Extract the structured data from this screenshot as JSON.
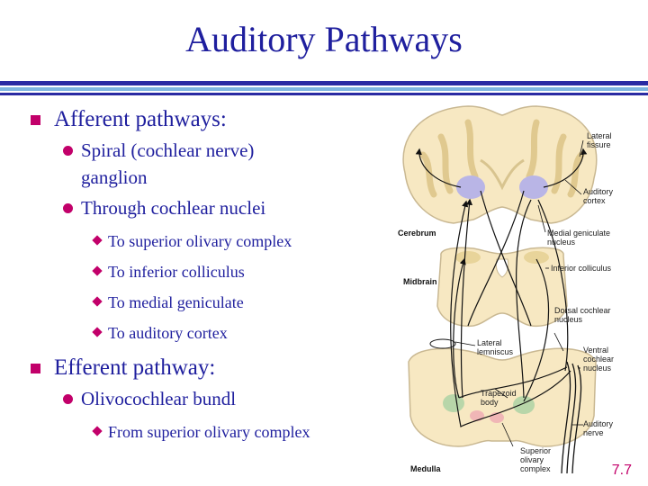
{
  "title": "Auditory Pathways",
  "bullets": {
    "afferent": "Afferent pathways:",
    "spiral_1": "Spiral (cochlear nerve)",
    "spiral_2": "ganglion",
    "through": "Through cochlear nuclei",
    "to_olivary": "To superior olivary complex",
    "to_colliculus": "To inferior colliculus",
    "to_geniculate": "To medial geniculate",
    "to_cortex": "To auditory cortex",
    "efferent": "Efferent pathway:",
    "olivo": "Olivocochlear bundl",
    "from_olivary": "From superior olivary complex"
  },
  "diagram": {
    "region_labels": {
      "cerebrum": "Cerebrum",
      "midbrain": "Midbrain",
      "medulla": "Medulla"
    },
    "callouts": {
      "lateral_fissure_1": "Lateral",
      "lateral_fissure_2": "fissure",
      "auditory_cortex_1": "Auditory",
      "auditory_cortex_2": "cortex",
      "medial_geniculate_1": "Medial geniculate",
      "medial_geniculate_2": "nucleus",
      "inferior_colliculus": "Inferior colliculus",
      "dorsal_cochlear_1": "Dorsal cochlear",
      "dorsal_cochlear_2": "nucleus",
      "lateral_lemniscus_1": "Lateral",
      "lateral_lemniscus_2": "lemniscus",
      "ventral_cochlear_1": "Ventral",
      "ventral_cochlear_2": "cochlear",
      "ventral_cochlear_3": "nucleus",
      "trapezoid_1": "Trapezoid",
      "trapezoid_2": "body",
      "auditory_nerve_1": "Auditory",
      "auditory_nerve_2": "nerve",
      "superior_olivary_1": "Superior",
      "superior_olivary_2": "olivary",
      "superior_olivary_3": "complex"
    }
  },
  "page_number": "7.7",
  "colors": {
    "title": "#1f1f9e",
    "bullet": "#c2006a",
    "tissue": "#f7e8c2",
    "nucleus": "#b9b5e6",
    "green_nucleus": "#b8d6a9"
  }
}
